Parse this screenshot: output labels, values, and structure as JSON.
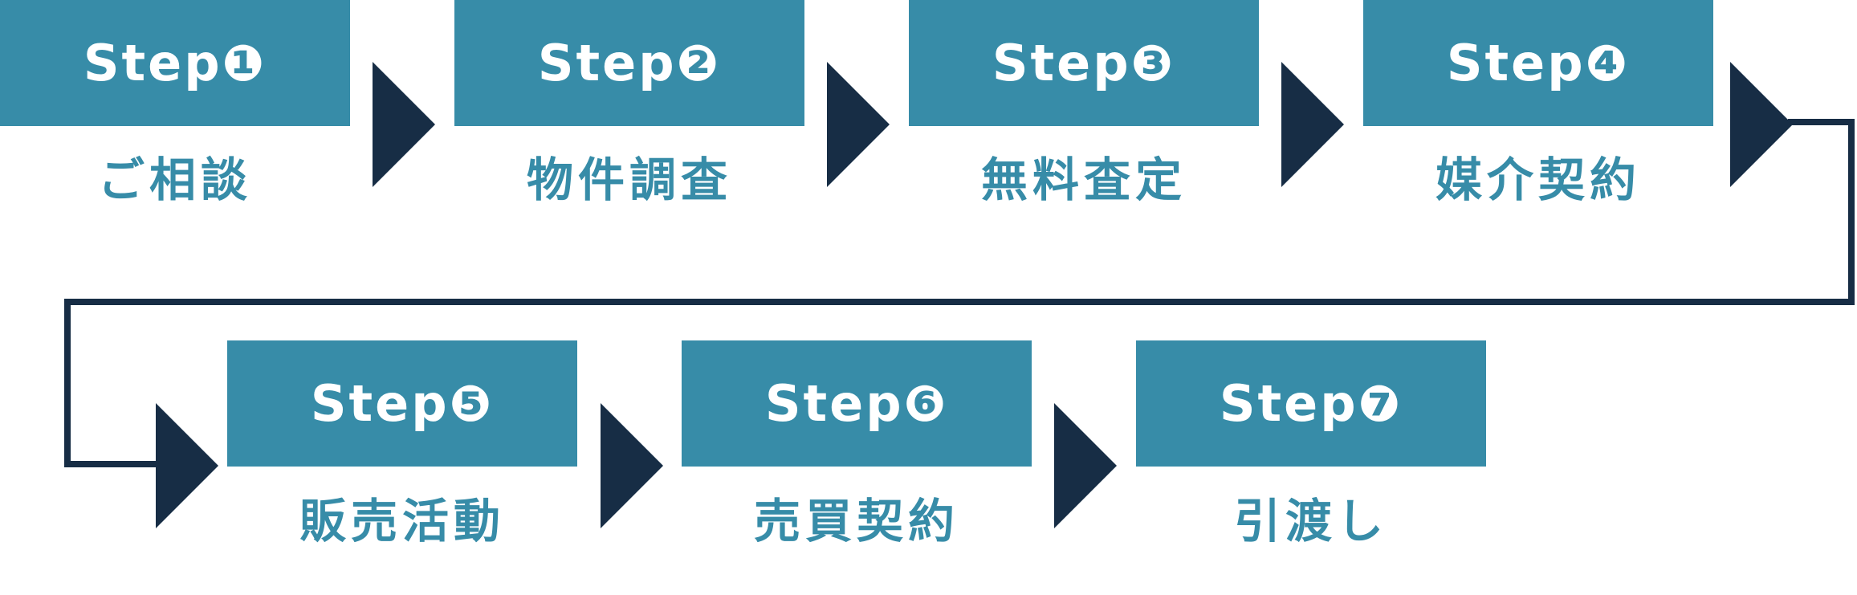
{
  "colors": {
    "step_box": "#378ca8",
    "step_text": "#ffffff",
    "label_text": "#378ca8",
    "arrow": "#172d45"
  },
  "steps": [
    {
      "step": "Step❶",
      "label": "ご相談"
    },
    {
      "step": "Step❷",
      "label": "物件調査"
    },
    {
      "step": "Step❸",
      "label": "無料査定"
    },
    {
      "step": "Step❹",
      "label": "媒介契約"
    },
    {
      "step": "Step❺",
      "label": "販売活動"
    },
    {
      "step": "Step❻",
      "label": "売買契約"
    },
    {
      "step": "Step❼",
      "label": "引渡し"
    }
  ]
}
